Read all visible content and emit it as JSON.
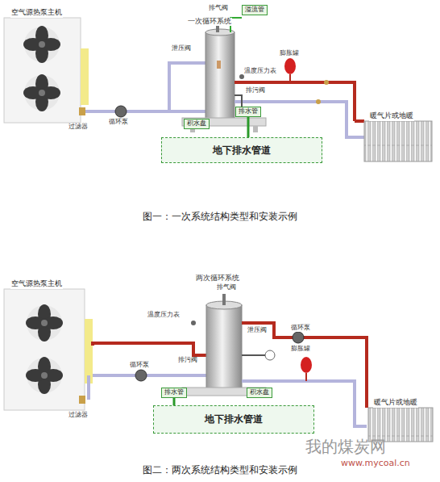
{
  "diagram": {
    "nodes": [
      {
        "text": [
          "空气源热泵主机"
        ]
      },
      {
        "text": [
          "溢流管"
        ]
      },
      {
        "text": [
          "积水盘"
        ]
      },
      {
        "text": [
          "排水管"
        ]
      },
      {
        "text": [
          "地下排水管道"
        ]
      },
      {
        "text": [
          "暖气片或地暖"
        ]
      },
      {
        "text": [
          "空气源热泵主机"
        ]
      },
      {
        "text": [
          "排水管"
        ]
      },
      {
        "text": [
          "积水盘"
        ]
      },
      {
        "text": [
          "地下排水管道"
        ]
      },
      {
        "text": [
          "暖气片或地暖"
        ]
      }
    ],
    "edges": [
      {
        "from": 3,
        "to": 4,
        "arrow": "none"
      },
      {
        "from": 7,
        "to": 9,
        "arrow": "none"
      }
    ],
    "labels": [
      "一次循环系统",
      "排气阀",
      "泄压阀",
      "膨胀罐",
      "温度压力表",
      "排污阀",
      "过滤器",
      "循环泵",
      "图一：一次系统结构类型和安装示例",
      "两次循环系统",
      "排气阀",
      "温度压力表",
      "循环泵",
      "泄压阀",
      "膨胀罐",
      "循环泵",
      "排污阀",
      "过滤器",
      "图二：两次系统结构类型和安装示例",
      "我的煤炭网",
      "www.mycoal.cn"
    ]
  }
}
